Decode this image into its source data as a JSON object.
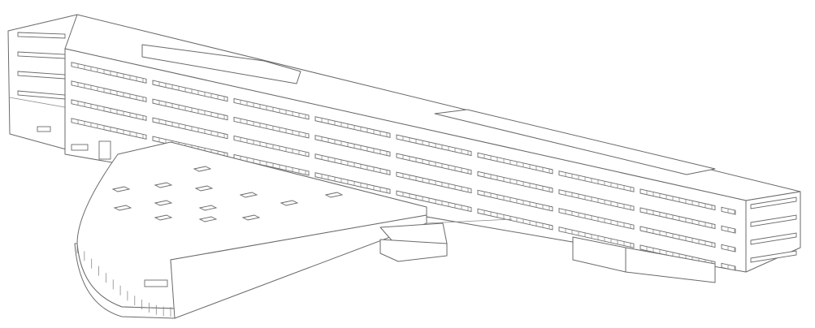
{
  "drawing": {
    "subject": "building-axonometric",
    "stroke_color": "#6a6a6a",
    "background_color": "#ffffff",
    "main_block_window_rows": 4,
    "skylight_count": 13
  }
}
